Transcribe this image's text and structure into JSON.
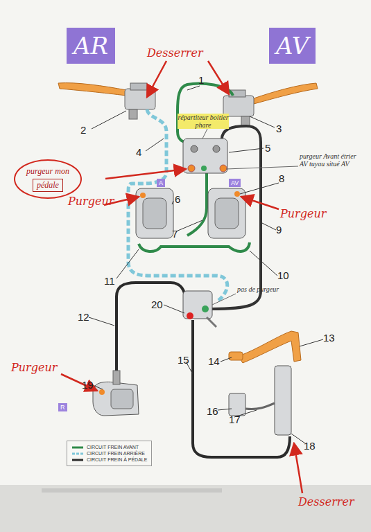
{
  "diagram": {
    "nodes": [
      {
        "text": [
          "AR"
        ]
      },
      {
        "text": [
          "AV"
        ]
      },
      {
        "text": [
          "purgeur mon"
        ]
      },
      {
        "text": [
          "pédale"
        ],
        "in": 2
      },
      {
        "text": [
          "A"
        ]
      },
      {
        "text": [
          "AV"
        ]
      },
      {
        "text": [
          "R"
        ]
      }
    ],
    "labels": [
      "Desserrer",
      "1",
      "2",
      "3",
      "répartiteur boitier phare",
      "4",
      "5",
      "purgeur Avant étrier AV tuyau situé AV",
      "8",
      "Purgeur",
      "Purgeur",
      "6",
      "7",
      "9",
      "11",
      "10",
      "pas de purgeur",
      "20",
      "12",
      "13",
      "14",
      "15",
      "Purgeur",
      "19",
      "16",
      "17",
      "18",
      "Desserrer"
    ],
    "legend": [
      {
        "text": "CIRCUIT FREIN AVANT"
      },
      {
        "text": "CIRCUIT FREIN ARRIÈRE"
      },
      {
        "text": "CIRCUIT FREIN À PÉDALE"
      }
    ]
  }
}
